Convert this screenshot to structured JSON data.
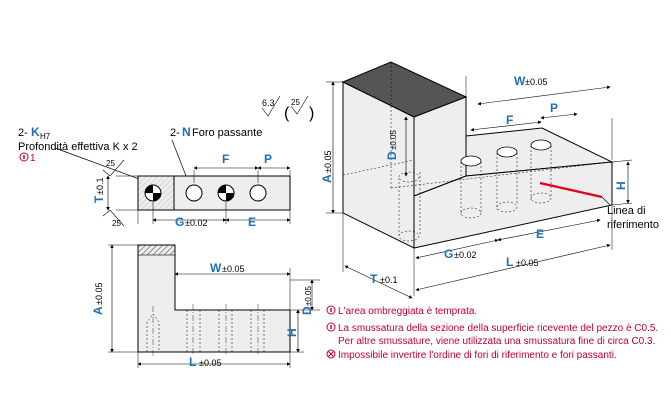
{
  "colors": {
    "accent": "#1f6fb5",
    "note": "#c4002b",
    "reference_line": "#e0001b",
    "hardened": "#555555",
    "part_face": "#eeeeee"
  },
  "icons": {
    "note_marker": "info-badge-icon",
    "prohibited_marker": "circle-x-icon",
    "center_mark": "quadrant-center-icon"
  },
  "top_view": {
    "hole_count_prefix": "2-",
    "hole_symbol": "K",
    "hole_tolerance": "H7",
    "hole_depth": "Profondità effettiva K x 2",
    "hole_note_num": "1",
    "through_prefix": "2-",
    "through_symbol": "N",
    "through_label": "Foro passante",
    "dim_F": "F",
    "dim_P": "P",
    "dim_T": "T",
    "dim_T_tol": "±0.1",
    "dim_G": "G",
    "dim_G_tol": "±0.02",
    "dim_E": "E",
    "roughness_top": "25",
    "roughness_bottom": "25"
  },
  "finish": {
    "primary": "6.3",
    "secondary": "25"
  },
  "front_view": {
    "dim_A": "A",
    "dim_A_tol": "±0.05",
    "dim_W": "W",
    "dim_W_tol": "±0.05",
    "dim_D": "D",
    "dim_D_tol": "±0.05",
    "dim_H": "H",
    "dim_L": "L",
    "dim_L_tol": "±0.05"
  },
  "iso_view": {
    "dim_W": "W",
    "dim_W_tol": "±0.05",
    "dim_P": "P",
    "dim_F": "F",
    "dim_D": "D",
    "dim_D_tol": "±0.05",
    "dim_A": "A",
    "dim_A_tol": "±0.05",
    "dim_H": "H",
    "dim_G": "G",
    "dim_G_tol": "±0.02",
    "dim_E": "E",
    "dim_L": "L",
    "dim_L_tol": "±0.05",
    "dim_T": "T",
    "dim_T_tol": "±0.1",
    "reference_label_1": "Linea di",
    "reference_label_2": "riferimento"
  },
  "notes": [
    {
      "marker": "info",
      "text": "L'area ombreggiata è temprata."
    },
    {
      "marker": "info",
      "text": "La smussatura della sezione della superficie ricevente del pezzo è C0.5."
    },
    {
      "marker": "none",
      "text": "Per altre smussature, viene utilizzata una smussatura fine di circa C0.3."
    },
    {
      "marker": "prohibited",
      "text": "Impossibile invertire l'ordine di fori di riferimento e fori passanti."
    }
  ]
}
